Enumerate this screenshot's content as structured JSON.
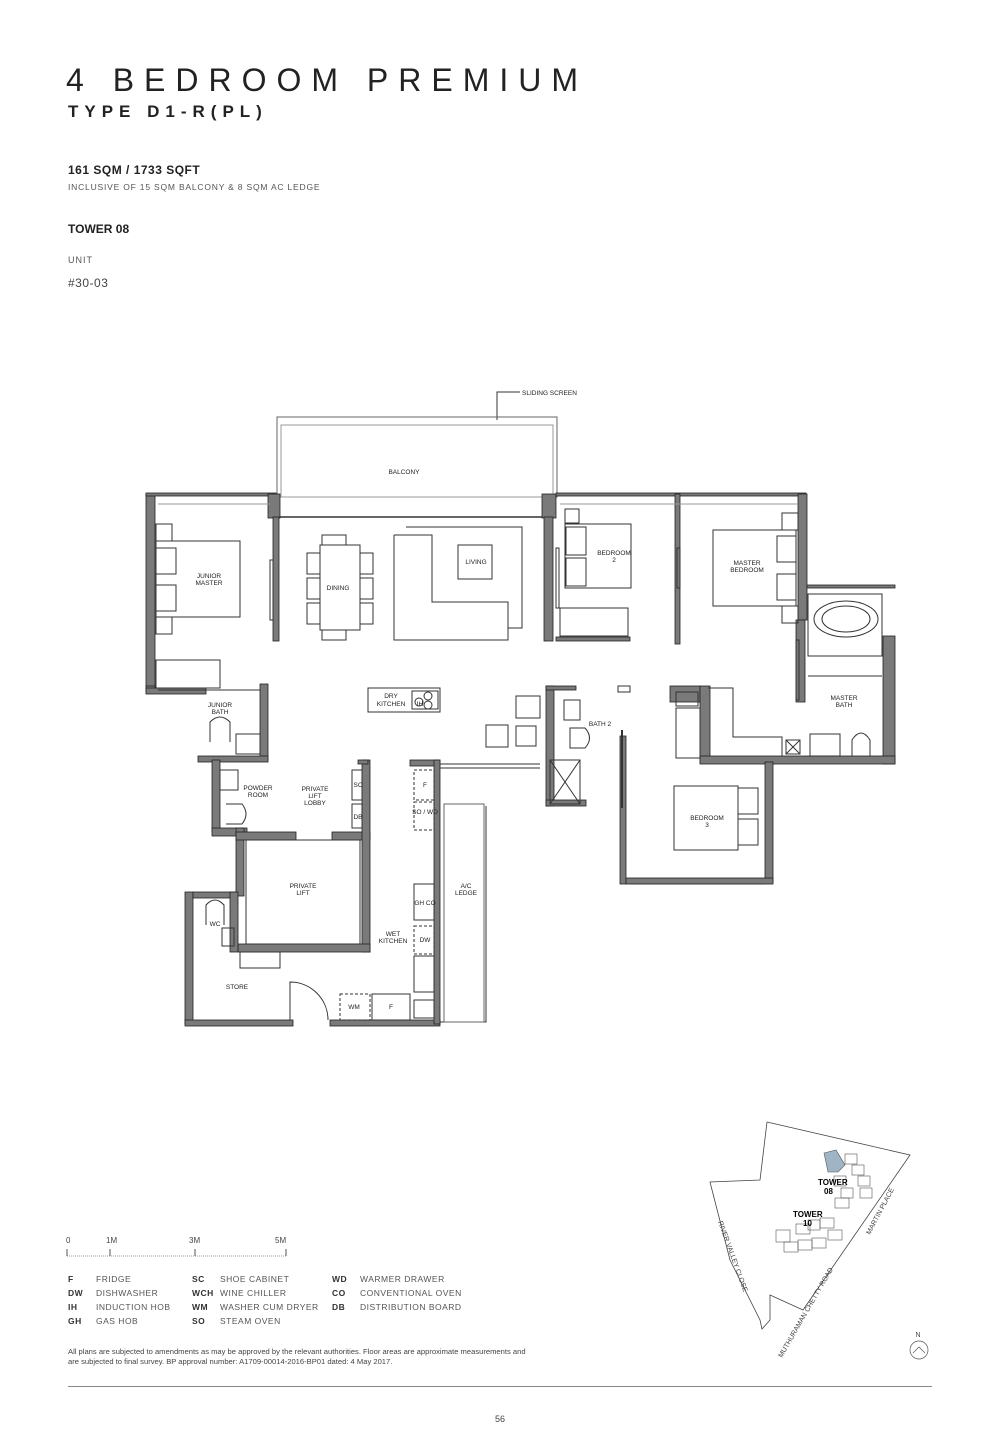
{
  "header": {
    "title": "4 BEDROOM PREMIUM",
    "subtitle": "TYPE D1-R(PL)"
  },
  "summary": {
    "area": "161 SQM / 1733 SQFT",
    "area_note": "INCLUSIVE OF 15 SQM BALCONY & 8 SQM AC LEDGE",
    "tower": "TOWER 08",
    "unit_label": "UNIT",
    "unit_value": "#30-03"
  },
  "floor_plan": {
    "annotation": "SLIDING SCREEN",
    "rooms": {
      "balcony": "BALCONY",
      "junior_master_1": "JUNIOR",
      "junior_master_2": "MASTER",
      "dining": "DINING",
      "living": "LIVING",
      "bedroom2_1": "BEDROOM",
      "bedroom2_2": "2",
      "master_bedroom_1": "MASTER",
      "master_bedroom_2": "BEDROOM",
      "master_bath_1": "MASTER",
      "master_bath_2": "BATH",
      "junior_bath_1": "JUNIOR",
      "junior_bath_2": "BATH",
      "dry_kitchen_1": "DRY",
      "dry_kitchen_2": "KITCHEN",
      "ih": "IH",
      "bath2": "BATH 2",
      "powder_room_1": "POWDER",
      "powder_room_2": "ROOM",
      "lift_lobby_1": "PRIVATE",
      "lift_lobby_2": "LIFT",
      "lift_lobby_3": "LOBBY",
      "sc": "SC",
      "db": "DB",
      "f": "F",
      "so_wd": "SO / WD",
      "bedroom3_1": "BEDROOM",
      "bedroom3_2": "3",
      "private_lift_1": "PRIVATE",
      "private_lift_2": "LIFT",
      "ac_ledge_1": "A/C",
      "ac_ledge_2": "LEDGE",
      "gh_co": "GH CO",
      "dw": "DW",
      "wet_kitchen_1": "WET",
      "wet_kitchen_2": "KITCHEN",
      "wc": "WC",
      "store": "STORE",
      "wm": "WM",
      "f2": "F"
    }
  },
  "scale_bar": {
    "ticks": [
      "0",
      "1M",
      "3M",
      "5M"
    ]
  },
  "legend": [
    {
      "code": "F",
      "label": "FRIDGE"
    },
    {
      "code": "SC",
      "label": "SHOE CABINET"
    },
    {
      "code": "WD",
      "label": "WARMER DRAWER"
    },
    {
      "code": "DW",
      "label": "DISHWASHER"
    },
    {
      "code": "WCH",
      "label": "WINE CHILLER"
    },
    {
      "code": "CO",
      "label": "CONVENTIONAL OVEN"
    },
    {
      "code": "IH",
      "label": "INDUCTION HOB"
    },
    {
      "code": "WM",
      "label": "WASHER CUM DRYER"
    },
    {
      "code": "DB",
      "label": "DISTRIBUTION BOARD"
    },
    {
      "code": "GH",
      "label": "GAS HOB"
    },
    {
      "code": "SO",
      "label": "STEAM OVEN"
    },
    {
      "code": "",
      "label": ""
    }
  ],
  "disclaimer": "All plans are subjected to amendments as may be approved by the relevant authorities. Floor areas are approximate measurements and are subjected to final survey. BP approval number: A1709-00014-2016-BP01 dated: 4 May 2017.",
  "key_plan": {
    "tower08": "TOWER",
    "tower08_num": "08",
    "tower10": "TOWER",
    "tower10_num": "10",
    "road1": "RIVER VALLEY CLOSE",
    "road2": "MUTHURAMAN CHETTY ROAD",
    "road3": "MARTIN PLACE",
    "north": "N",
    "highlight_color": "#9fb4c4"
  },
  "page_number": "56"
}
